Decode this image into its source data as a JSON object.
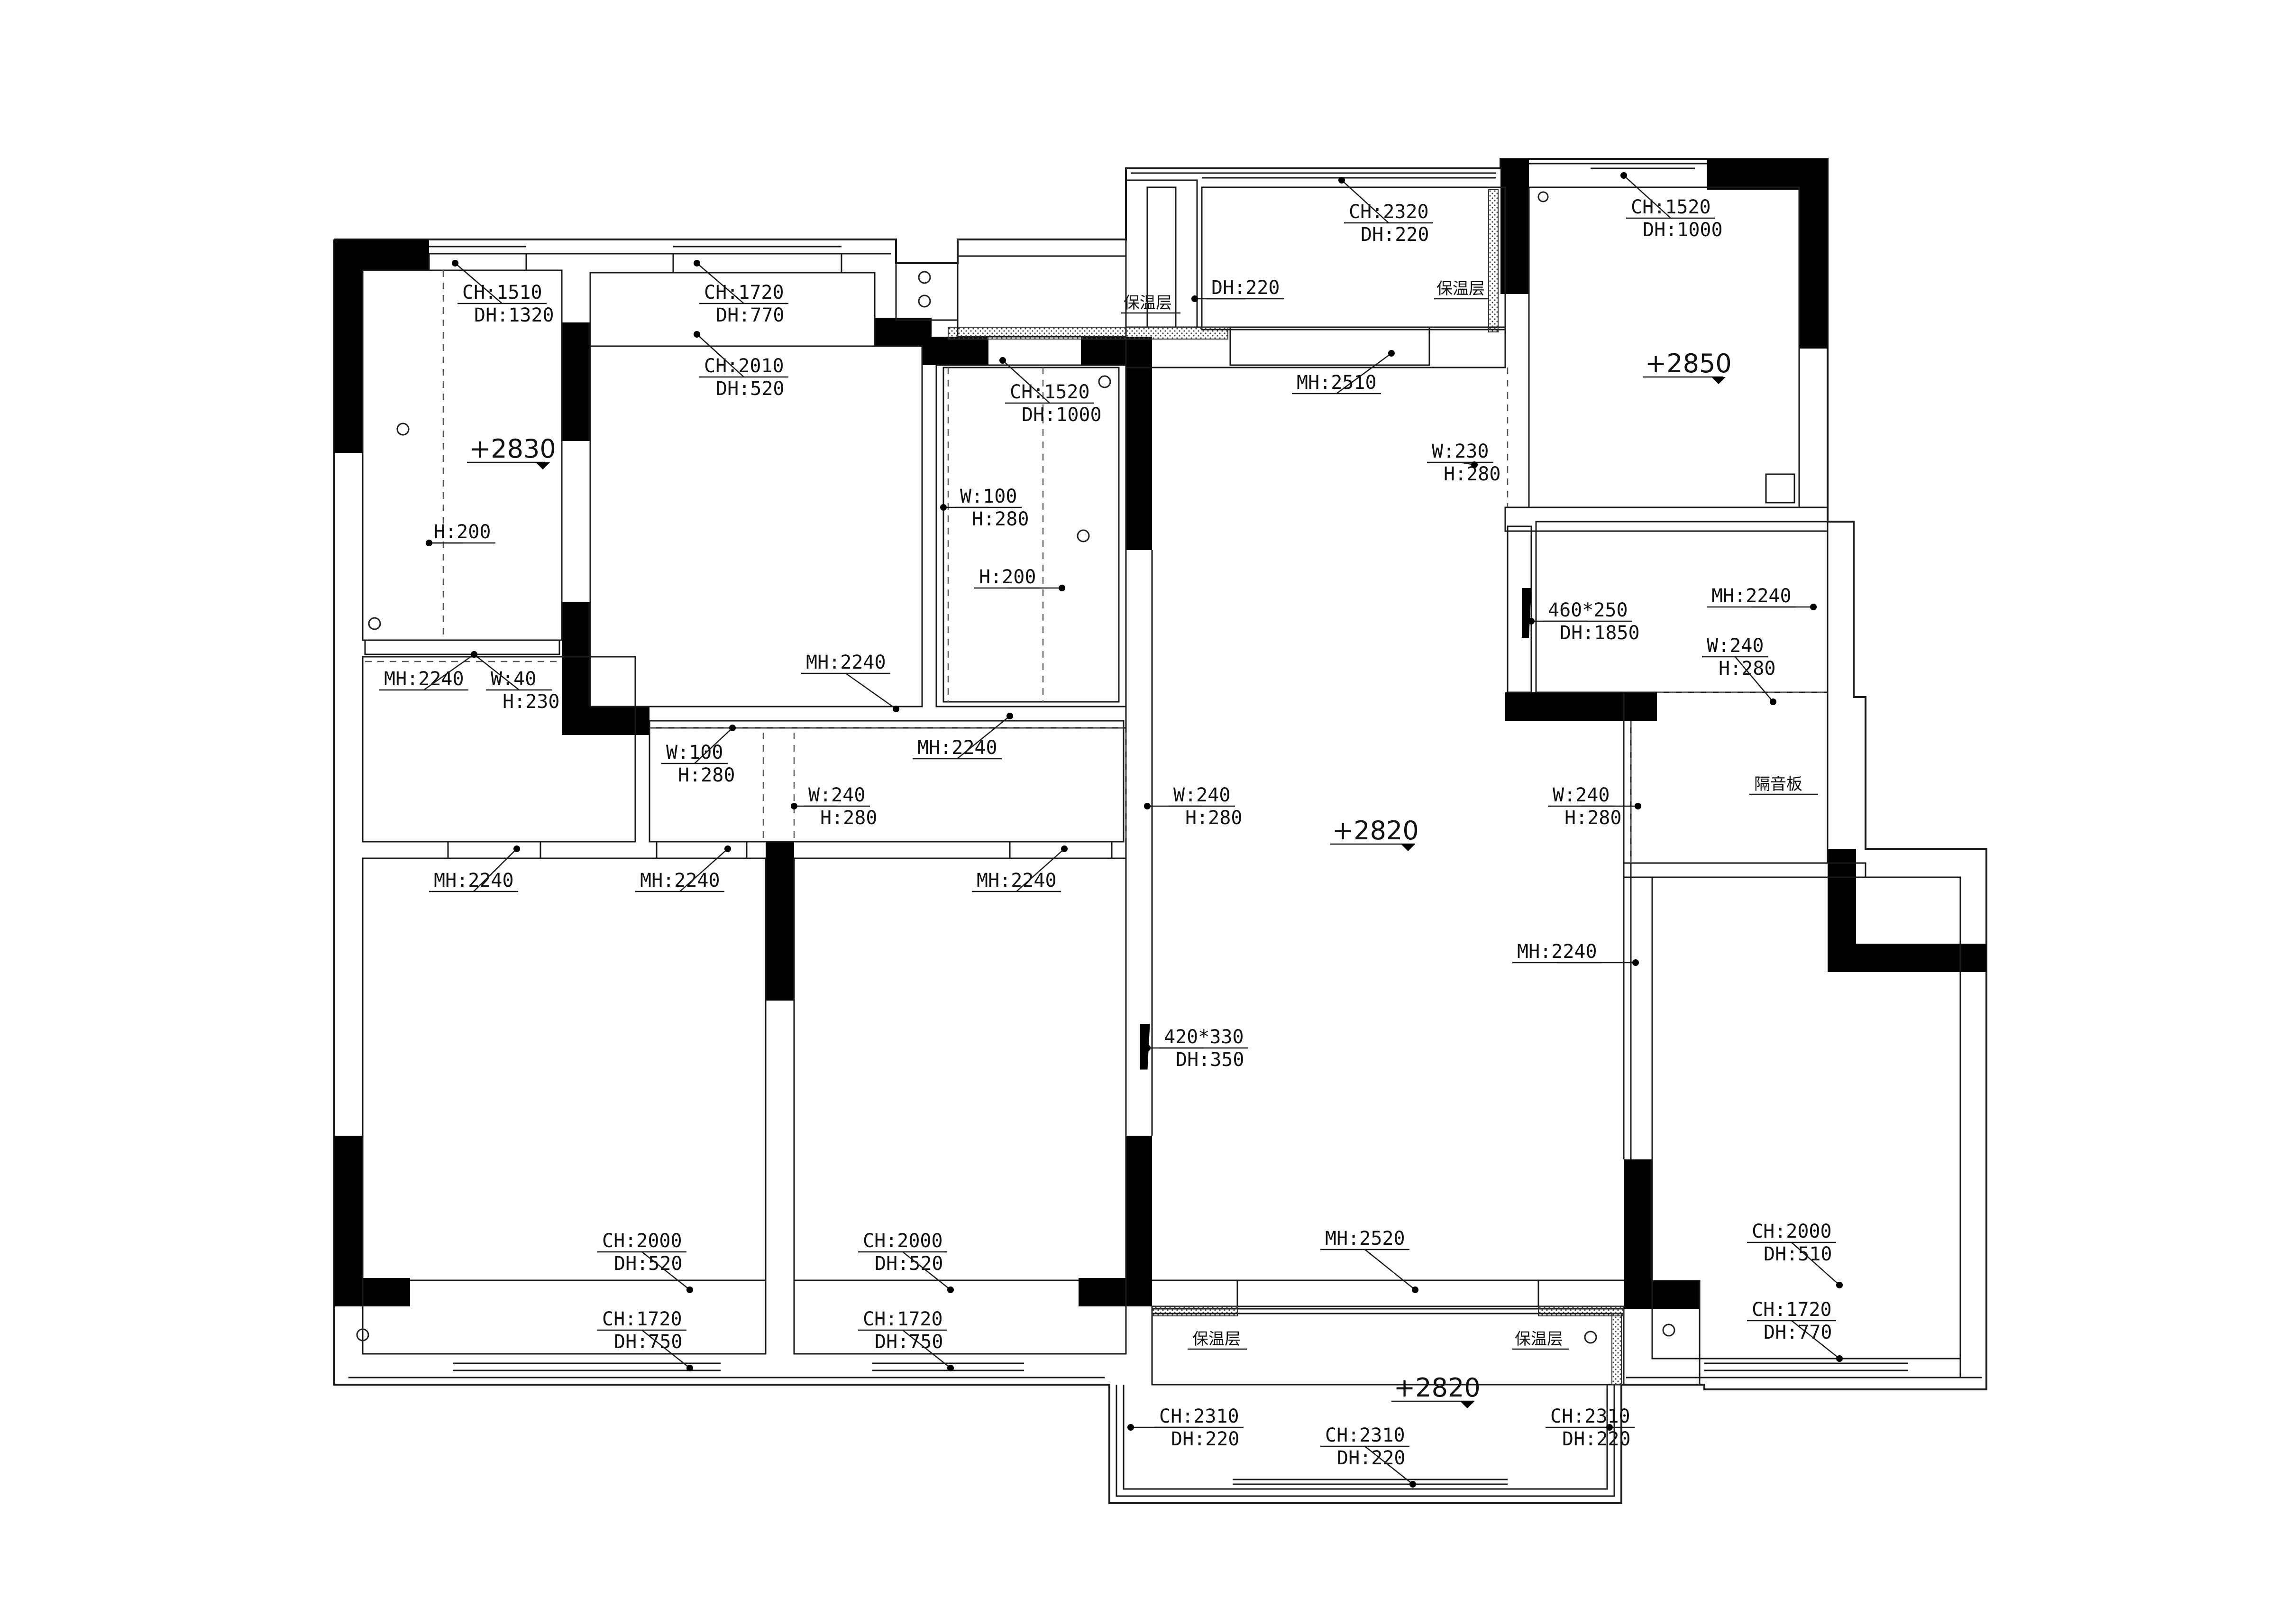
{
  "levels": {
    "bedroom_nw": "+2830",
    "bath_ne": "+2850",
    "living": "+2820",
    "balcony": "+2820"
  },
  "labels": {
    "ch1510": [
      "CH:1510",
      "DH:1320"
    ],
    "ch1720_top": [
      "CH:1720",
      "DH:770"
    ],
    "ch2010": [
      "CH:2010",
      "DH:520"
    ],
    "ch1520_mid": [
      "CH:1520",
      "DH:1000"
    ],
    "ch2320": [
      "CH:2320",
      "DH:220"
    ],
    "ch1520_ne": [
      "CH:1520",
      "DH:1000"
    ],
    "dh220_top": [
      "DH:220"
    ],
    "mh2510": [
      "MH:2510"
    ],
    "w230": [
      "W:230",
      "H:280"
    ],
    "h200_left": [
      "H:200"
    ],
    "w100_mid": [
      "W:100",
      "H:280"
    ],
    "h200_mid": [
      "H:200"
    ],
    "mh2240_a": [
      "MH:2240"
    ],
    "mh2240_b": [
      "MH:2240"
    ],
    "w40": [
      "W:40",
      "H:230"
    ],
    "mh2240_c": [
      "MH:2240"
    ],
    "w100_hall": [
      "W:100",
      "H:280"
    ],
    "w240_hall": [
      "W:240",
      "H:280"
    ],
    "w240_living": [
      "W:240",
      "H:280"
    ],
    "w240_right": [
      "W:240",
      "H:280"
    ],
    "w240_ne": [
      "W:240",
      "H:280"
    ],
    "mh2240_ne": [
      "MH:2240"
    ],
    "vent460": [
      "460*250",
      "DH:1850"
    ],
    "mh2240_d": [
      "MH:2240"
    ],
    "mh2240_e": [
      "MH:2240"
    ],
    "mh2240_f": [
      "MH:2240"
    ],
    "mh2240_g": [
      "MH:2240"
    ],
    "vent420": [
      "420*330",
      "DH:350"
    ],
    "ch2000_l": [
      "CH:2000",
      "DH:520"
    ],
    "ch2000_m": [
      "CH:2000",
      "DH:520"
    ],
    "ch2000_r": [
      "CH:2000",
      "DH:510"
    ],
    "ch1720_l": [
      "CH:1720",
      "DH:750"
    ],
    "ch1720_m": [
      "CH:1720",
      "DH:750"
    ],
    "ch1720_r": [
      "CH:1720",
      "DH:770"
    ],
    "mh2520": [
      "MH:2520"
    ],
    "ch2310_l": [
      "CH:2310",
      "DH:220"
    ],
    "ch2310_m": [
      "CH:2310",
      "DH:220"
    ],
    "ch2310_r": [
      "CH:2310",
      "DH:220"
    ]
  },
  "notes": {
    "insulation_1": "保温层",
    "insulation_2": "保温层",
    "insulation_3": "保温层",
    "insulation_4": "保温层",
    "soundproof": "隔音板"
  }
}
